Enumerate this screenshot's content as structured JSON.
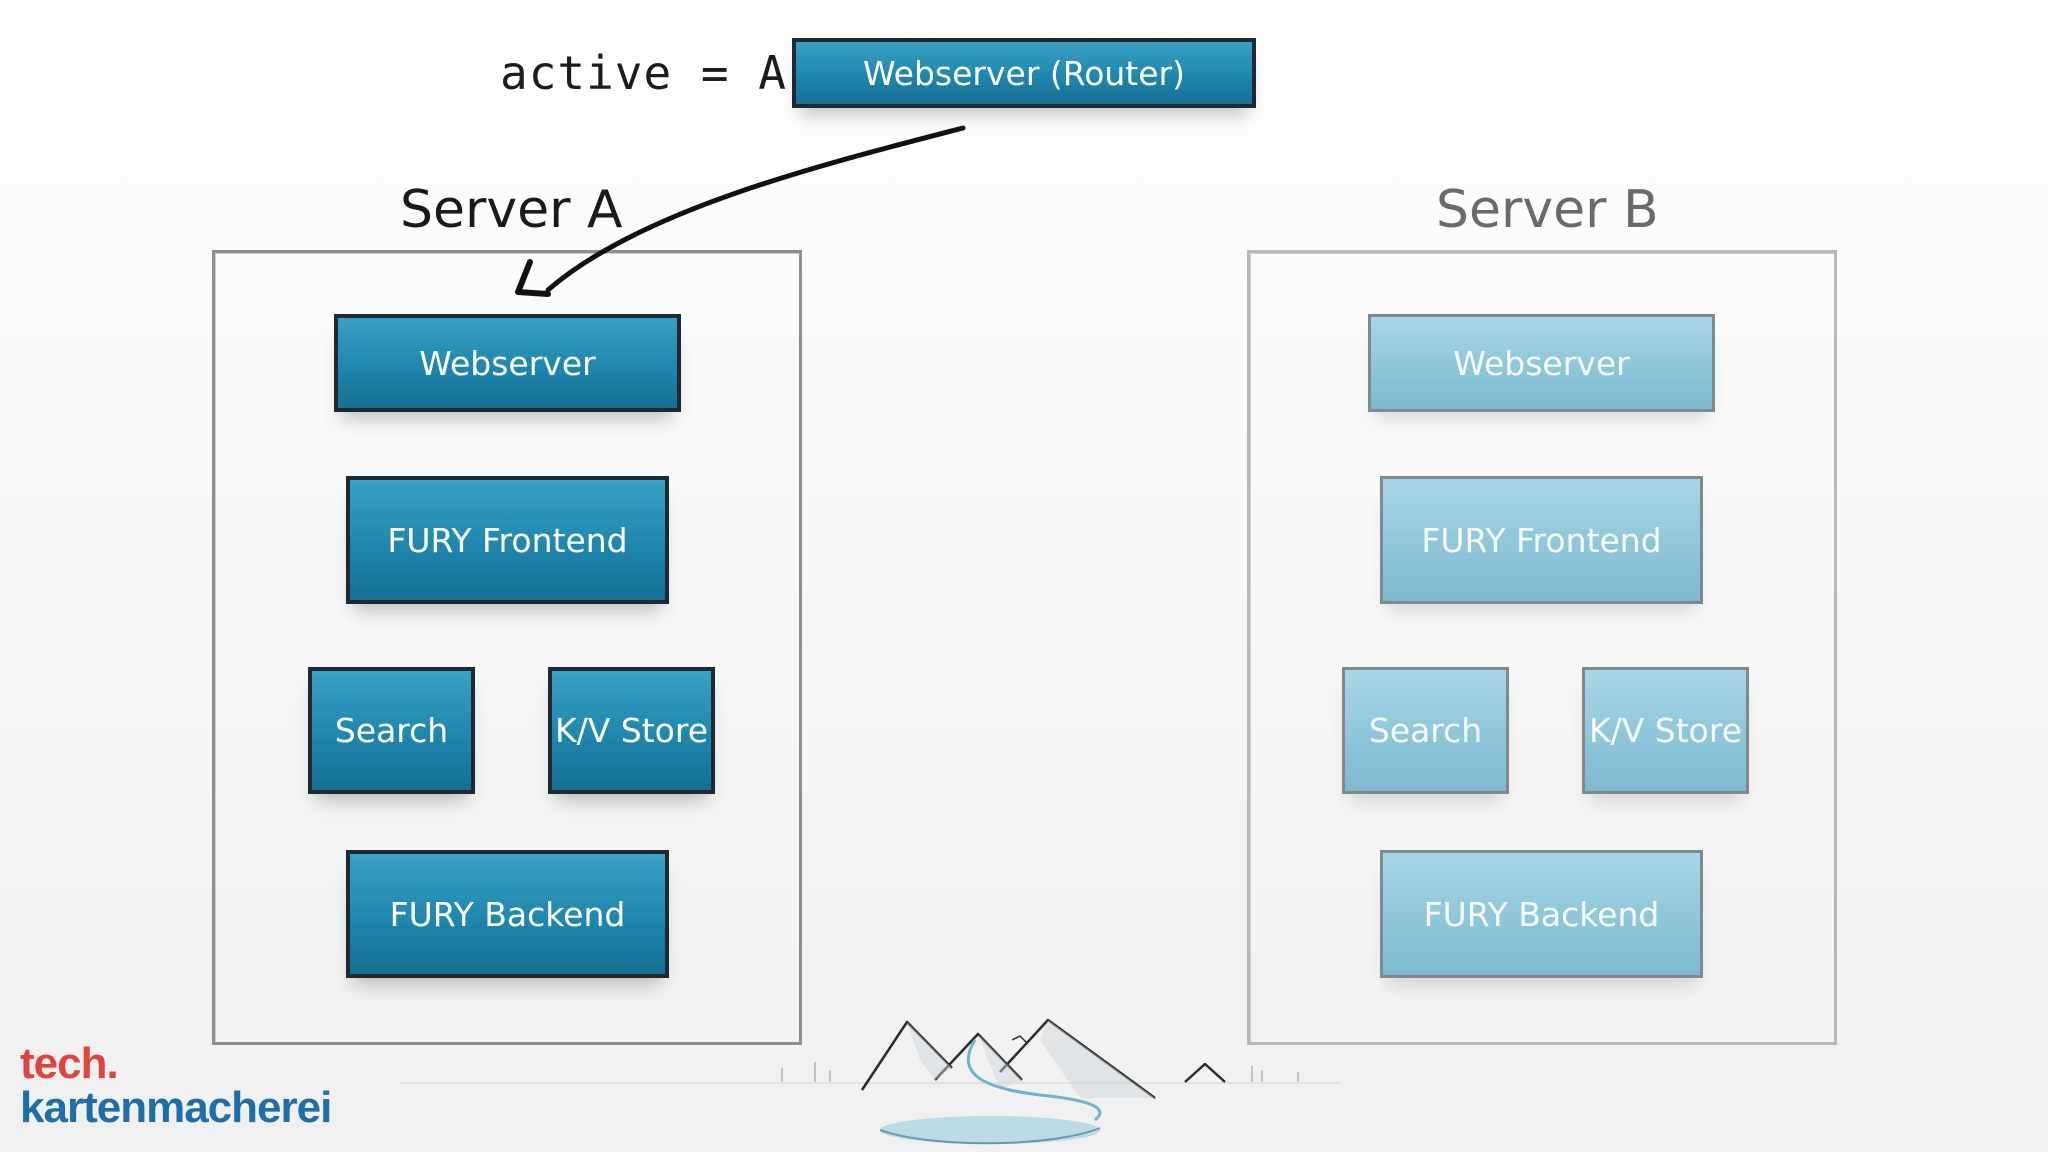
{
  "router": {
    "active_label": "active = A",
    "node_label": "Webserver (Router)"
  },
  "server_a": {
    "title": "Server A",
    "webserver": "Webserver",
    "frontend": "FURY Frontend",
    "search": "Search",
    "kv_store": "K/V Store",
    "backend": "FURY Backend"
  },
  "server_b": {
    "title": "Server B",
    "webserver": "Webserver",
    "frontend": "FURY Frontend",
    "search": "Search",
    "kv_store": "K/V Store",
    "backend": "FURY Backend"
  },
  "logo": {
    "line1": "tech.",
    "line2": "kartenmacherei"
  },
  "colors": {
    "node_active": "#1f86ad",
    "node_inactive": "#8fc6da",
    "logo_red": "#e0443e",
    "logo_blue": "#1e6fa8"
  }
}
